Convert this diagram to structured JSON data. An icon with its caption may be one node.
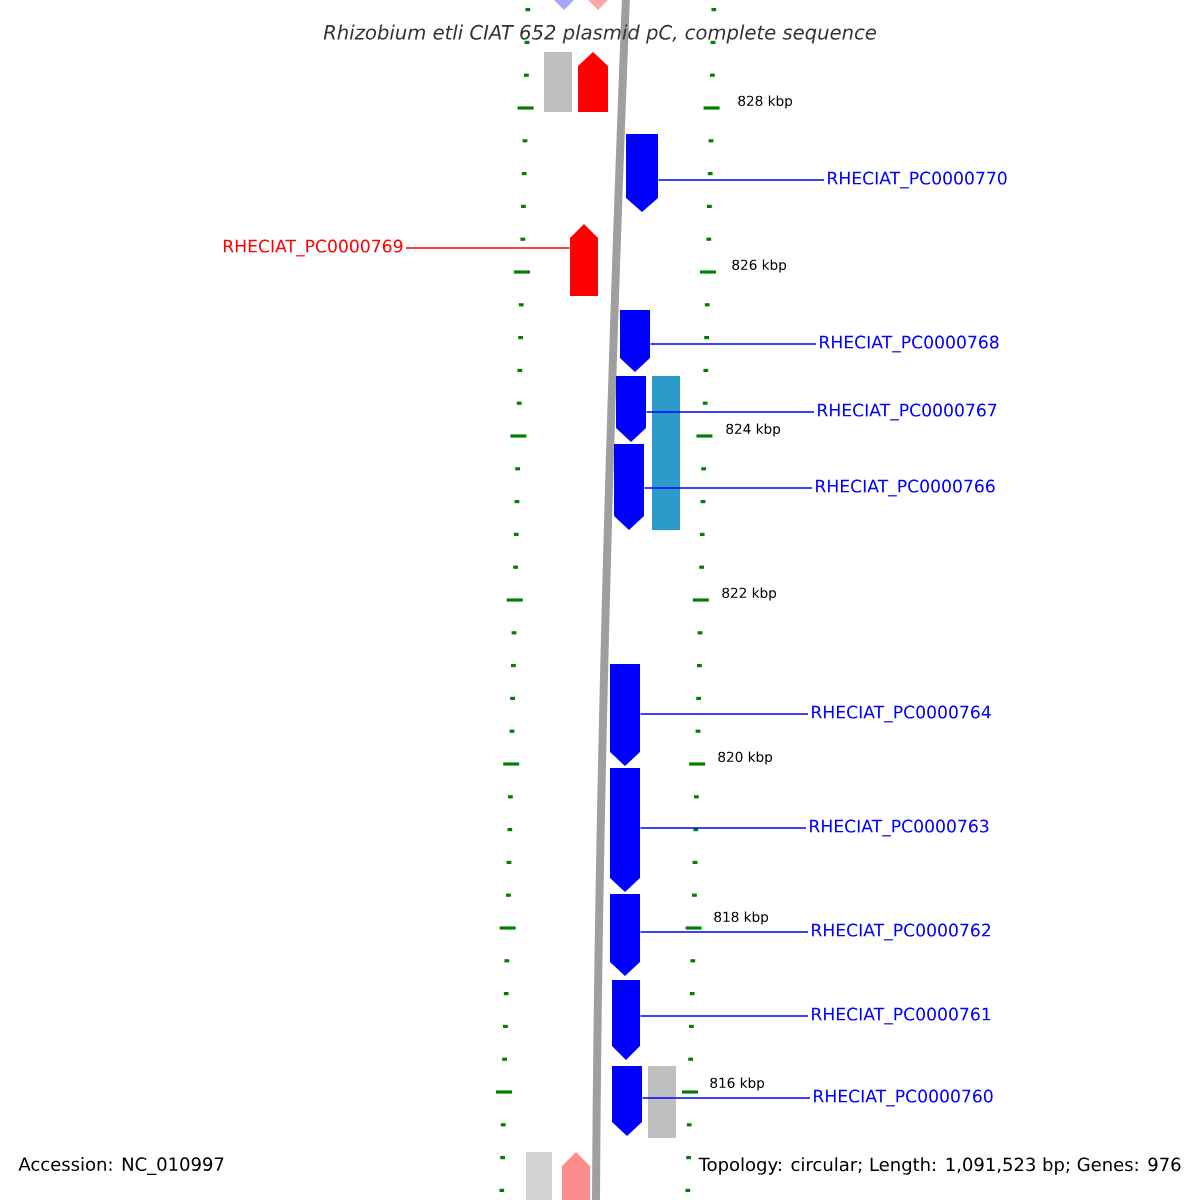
{
  "diagram": {
    "title": "Rhizobium etli CIAT 652 plasmid pC, complete sequence",
    "nodes": [
      {
        "text": [],
        "shape": "bar"
      },
      {
        "text": [
          "RHECIAT_PC0000770"
        ]
      },
      {
        "text": [
          "RHECIAT_PC0000769"
        ]
      },
      {
        "text": [],
        "shape": "bar"
      },
      {
        "text": [],
        "shape": "bar"
      },
      {
        "text": [
          "RHECIAT_PC0000768"
        ]
      },
      {
        "text": [],
        "shape": "bar"
      },
      {
        "text": [
          "RHECIAT_PC0000767"
        ]
      },
      {
        "text": [],
        "shape": "bar"
      },
      {
        "text": [
          "RHECIAT_PC0000766"
        ]
      },
      {
        "text": [],
        "shape": "bar"
      },
      {
        "text": [
          "RHECIAT_PC0000764"
        ]
      },
      {
        "text": [],
        "shape": "bar"
      },
      {
        "text": [
          "RHECIAT_PC0000763"
        ]
      },
      {
        "text": [],
        "shape": "bar"
      },
      {
        "text": [
          "RHECIAT_PC0000762"
        ]
      },
      {
        "text": [],
        "shape": "bar"
      },
      {
        "text": [
          "RHECIAT_PC0000761"
        ]
      },
      {
        "text": [],
        "shape": "bar"
      },
      {
        "text": [
          "RHECIAT_PC0000760"
        ]
      },
      {
        "text": [],
        "shape": "bar"
      },
      {
        "text": [],
        "shape": "bar"
      },
      {
        "text": [],
        "shape": "bar"
      },
      {
        "text": [],
        "shape": "bar"
      },
      {
        "text": [],
        "shape": "bar"
      },
      {
        "text": [],
        "shape": "bar"
      },
      {
        "text": [],
        "shape": "bar"
      },
      {
        "text": [],
        "shape": "bar"
      }
    ],
    "edges": [
      {
        "from": 1,
        "to": 0,
        "arrow": "none"
      },
      {
        "from": 2,
        "to": 3,
        "arrow": "none",
        "color": "#ff0000"
      },
      {
        "from": 5,
        "to": 4,
        "arrow": "none"
      },
      {
        "from": 7,
        "to": 6,
        "arrow": "none"
      },
      {
        "from": 9,
        "to": 8,
        "arrow": "none"
      },
      {
        "from": 11,
        "to": 10,
        "arrow": "none"
      },
      {
        "from": 13,
        "to": 12,
        "arrow": "none"
      },
      {
        "from": 15,
        "to": 14,
        "arrow": "none"
      },
      {
        "from": 17,
        "to": 16,
        "arrow": "none"
      },
      {
        "from": 19,
        "to": 18,
        "arrow": "none"
      }
    ],
    "labels": [
      "828 kbp",
      "826 kbp",
      "824 kbp",
      "822 kbp",
      "820 kbp",
      "818 kbp",
      "816 kbp",
      "Accession: NC_010997",
      "Topology: circular; Length: 1,091,523 bp; Genes: 976"
    ]
  }
}
